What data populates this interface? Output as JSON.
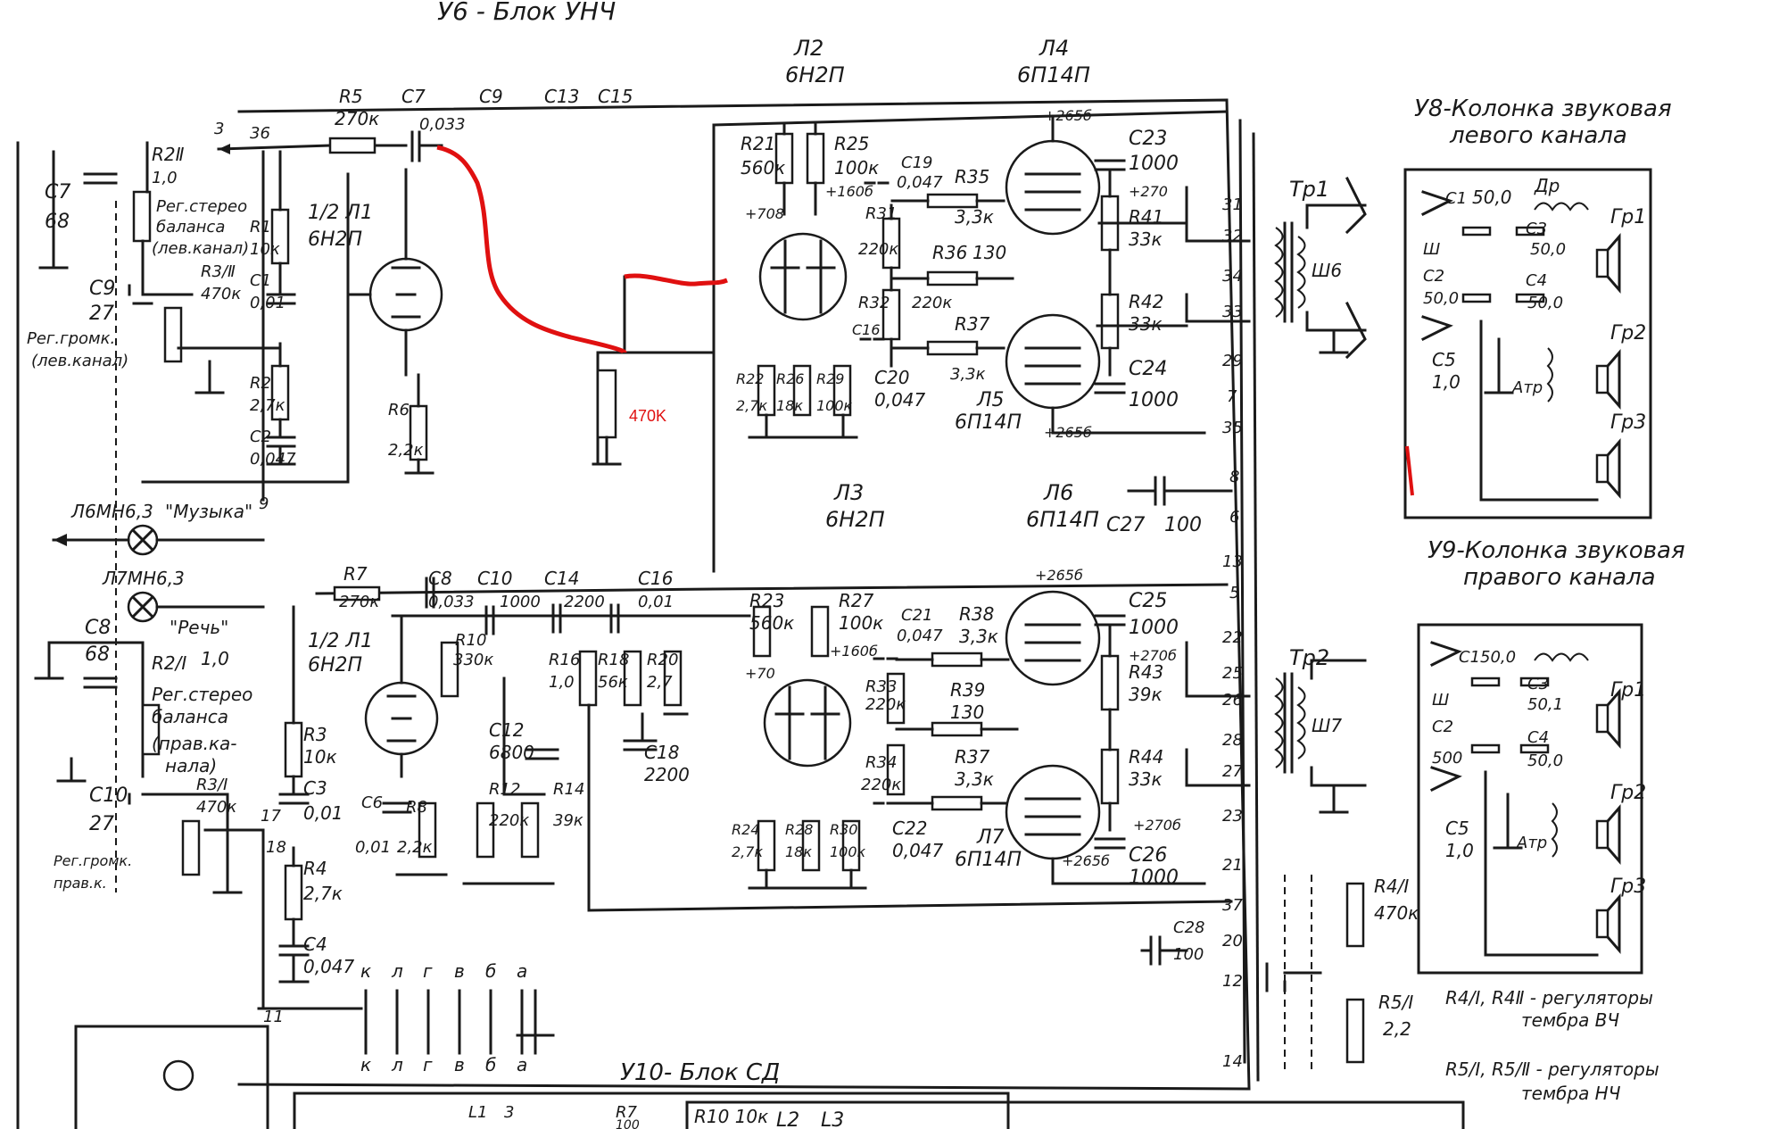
{
  "blocks": {
    "y6": "У6 - Блок УНЧ",
    "y8_l1": "У8-Колонка звуковая",
    "y8_l2": "левого канала",
    "y9_l1": "У9-Колонка звуковая",
    "y9_l2": "правого канала",
    "y10": "У10- Блок СД"
  },
  "tubes": {
    "l2_a": "Л2",
    "l2_b": "6Н2П",
    "l4_a": "Л4",
    "l4_b": "6П14П",
    "l5_a": "Л5",
    "l5_b": "6П14П",
    "l3_a": "Л3",
    "l3_b": "6Н2П",
    "l6_a": "Л6",
    "l6_b": "6П14П",
    "l7_a": "Л7",
    "l7_b": "6П14П",
    "l1_top_a": "1/2 Л1",
    "l1_top_b": "6Н2П",
    "l1_bot_a": "1/2 Л1",
    "l1_bot_b": "6Н2П"
  },
  "labels": {
    "r5": "R5",
    "r5v": "270к",
    "c7": "C7",
    "c7v": "0,033",
    "c9": "C9",
    "c13": "C13",
    "c15": "C15",
    "p36": "36",
    "p3": "3",
    "r2ii": "R2Ⅱ",
    "r2iiv": "1,0",
    "c7l": "C7",
    "c7lv": "68",
    "c9l": "C9",
    "c9lv": "27",
    "balance_l1": "Рег.стерео",
    "balance_l2": "баланса",
    "balance_l3": "(лев.канал)",
    "r3ii": "R3/Ⅱ",
    "r3iiv": "470к",
    "vol_l1": "Рег.громк.",
    "vol_l2": "(лев.канал)",
    "r1": "R1",
    "r1v": "10к",
    "c1": "C1",
    "c1v": "0,01",
    "r2": "R2",
    "r2v": "2,7к",
    "c2": "C2",
    "c2v": "0,047",
    "r6": "R6",
    "r6v": "2,2к",
    "p9": "9",
    "lamp1": "Л6МН6,3",
    "music": "\"Музыка\"",
    "lamp2": "Л7МН6,3",
    "speech": "\"Речь\"",
    "r21": "R21",
    "r21v": "560к",
    "r25": "R25",
    "r25v": "100к",
    "v708": "+708",
    "v1606": "+160б",
    "r31": "R31",
    "r31v": "220к",
    "r32": "R32",
    "r32v": "220к",
    "c19": "C19",
    "c19v": "0,047",
    "r35": "R35",
    "r35v": "3,3к",
    "r36": "R36",
    "r36v": "130",
    "r37": "R37",
    "r37v": "3,3к",
    "c16": "C16",
    "c20": "C20",
    "c20v": "0,047",
    "r22": "R22",
    "r22v": "2,7к",
    "r26": "R26",
    "r26v": "18к",
    "r29": "R29",
    "r29v": "100к",
    "v2658": "+265б",
    "c23": "C23",
    "c23v": "1000",
    "v270": "+270",
    "r41": "R41",
    "r41v": "33к",
    "r42": "R42",
    "r42v": "33к",
    "c24": "C24",
    "c24v": "1000",
    "v2656": "+265б",
    "pot_value": "470K",
    "c27": "C27",
    "c27v": "100",
    "tr1": "Тр1",
    "sh6": "Ш6",
    "tr2": "Тр2",
    "sh7": "Ш7",
    "pin31": "31",
    "pin32": "32",
    "pin34": "34",
    "pin33": "33",
    "pin29": "29",
    "pin7": "7",
    "pin35": "35",
    "pin8": "8",
    "pin6": "6",
    "pin13": "13",
    "pin5": "5",
    "pin22": "22",
    "pin25": "25",
    "pin26": "26",
    "pin28": "28",
    "pin27": "27",
    "pin23": "23",
    "pin21": "21",
    "pin37": "37",
    "pin20": "20",
    "pin12": "12",
    "pin14": "14",
    "dr": "Др",
    "c1sp": "C1",
    "c1spv": "50,0",
    "c3sp": "C3",
    "c3spv": "50,0",
    "c2sp": "C2",
    "c2spv": "50,0",
    "c4sp": "C4",
    "c4spv": "50,0",
    "c5sp": "C5",
    "c5spv": "1,0",
    "atr": "Атр",
    "sh": "Ш",
    "gr1": "Гр1",
    "gr2": "Гр2",
    "gr3": "Гр3",
    "c1rspv": "C150,0",
    "c3rsp": "C3",
    "c3rspv": "50,1",
    "c2rsp": "C2",
    "c2rspv": "500",
    "c4rsp": "C4",
    "c4rspv": "50,0",
    "c5rsp": "C5",
    "c5rspv": "1,0",
    "r7": "R7",
    "r7v": "270к",
    "c8": "C8",
    "c8v": "0,033",
    "c10": "C10",
    "c10v": "1000",
    "c14": "C14",
    "c14v": "2200",
    "c16b": "C16",
    "c16bv": "0,01",
    "c8l": "C8",
    "c8lv": "68",
    "r2i": "R2/I",
    "r2iv": "1,0",
    "balance_r1": "Рег.стерео",
    "balance_r2": "баланса",
    "balance_r3": "(прав.ка-",
    "balance_r4": "нала)",
    "c10l": "C10",
    "c10lv": "27",
    "r3i": "R3/I",
    "r3iv": "470к",
    "vol_r1": "Рег.громк.",
    "vol_r2": "прав.к.",
    "r3": "R3",
    "r3v": "10к",
    "c3": "C3",
    "c3v": "0,01",
    "r4": "R4",
    "r4v": "2,7к",
    "c4": "C4",
    "c4v": "0,047",
    "p17": "17",
    "p18": "18",
    "p11": "11",
    "c6": "C6",
    "c6v": "0,01",
    "r8": "R8",
    "r8v": "2,2к",
    "r10": "R10",
    "r10v": "330к",
    "c12": "C12",
    "c12v": "6800",
    "r12": "R12",
    "r12v": "220к",
    "r14": "R14",
    "r14v": "39к",
    "r16": "R16",
    "r16v": "1,0",
    "r18": "R18",
    "r18v": "56к",
    "r20": "R20",
    "r20v": "2,7",
    "c18": "C18",
    "c18v": "2200",
    "r23": "R23",
    "r23v": "560к",
    "r27": "R27",
    "r27v": "100к",
    "v70": "+70",
    "v1606b": "+160б",
    "r33": "R33",
    "r33v": "220к",
    "r34": "R34",
    "r34v": "220к",
    "c21": "C21",
    "c21v": "0,047",
    "r38": "R38",
    "r38v": "3,3к",
    "r39": "R39",
    "r39v": "130",
    "r37b": "R37",
    "r37bv": "3,3к",
    "c22": "C22",
    "c22v": "0,047",
    "r24": "R24",
    "r24v": "2,7к",
    "r28": "R28",
    "r28v": "18к",
    "r30": "R30",
    "r30v": "100к",
    "v2658b": "+265б",
    "c25": "C25",
    "c25v": "1000",
    "v2708": "+270б",
    "r43": "R43",
    "r43v": "39к",
    "r44": "R44",
    "r44v": "33к",
    "c26": "C26",
    "c26v": "1000",
    "v2708b": "+270б",
    "v2656b": "+265б",
    "r4i": "R4/I",
    "r4iv": "470к",
    "r5i": "R5/I",
    "r5iv": "2,2",
    "c28": "C28",
    "c28v": "100",
    "note1_a": "R4/I, R4Ⅱ - регуляторы",
    "note1_b": "тембра ВЧ",
    "note2_a": "R5/I, R5/Ⅱ - регуляторы",
    "note2_b": "тембра НЧ",
    "bus": [
      "к",
      "л",
      "г",
      "в",
      "б",
      "а"
    ],
    "l1": "L1",
    "p3b": "3",
    "r7b": "R7",
    "r7bv": "100",
    "r10b": "R10 10к",
    "l2": "L2",
    "l3": "L3"
  }
}
